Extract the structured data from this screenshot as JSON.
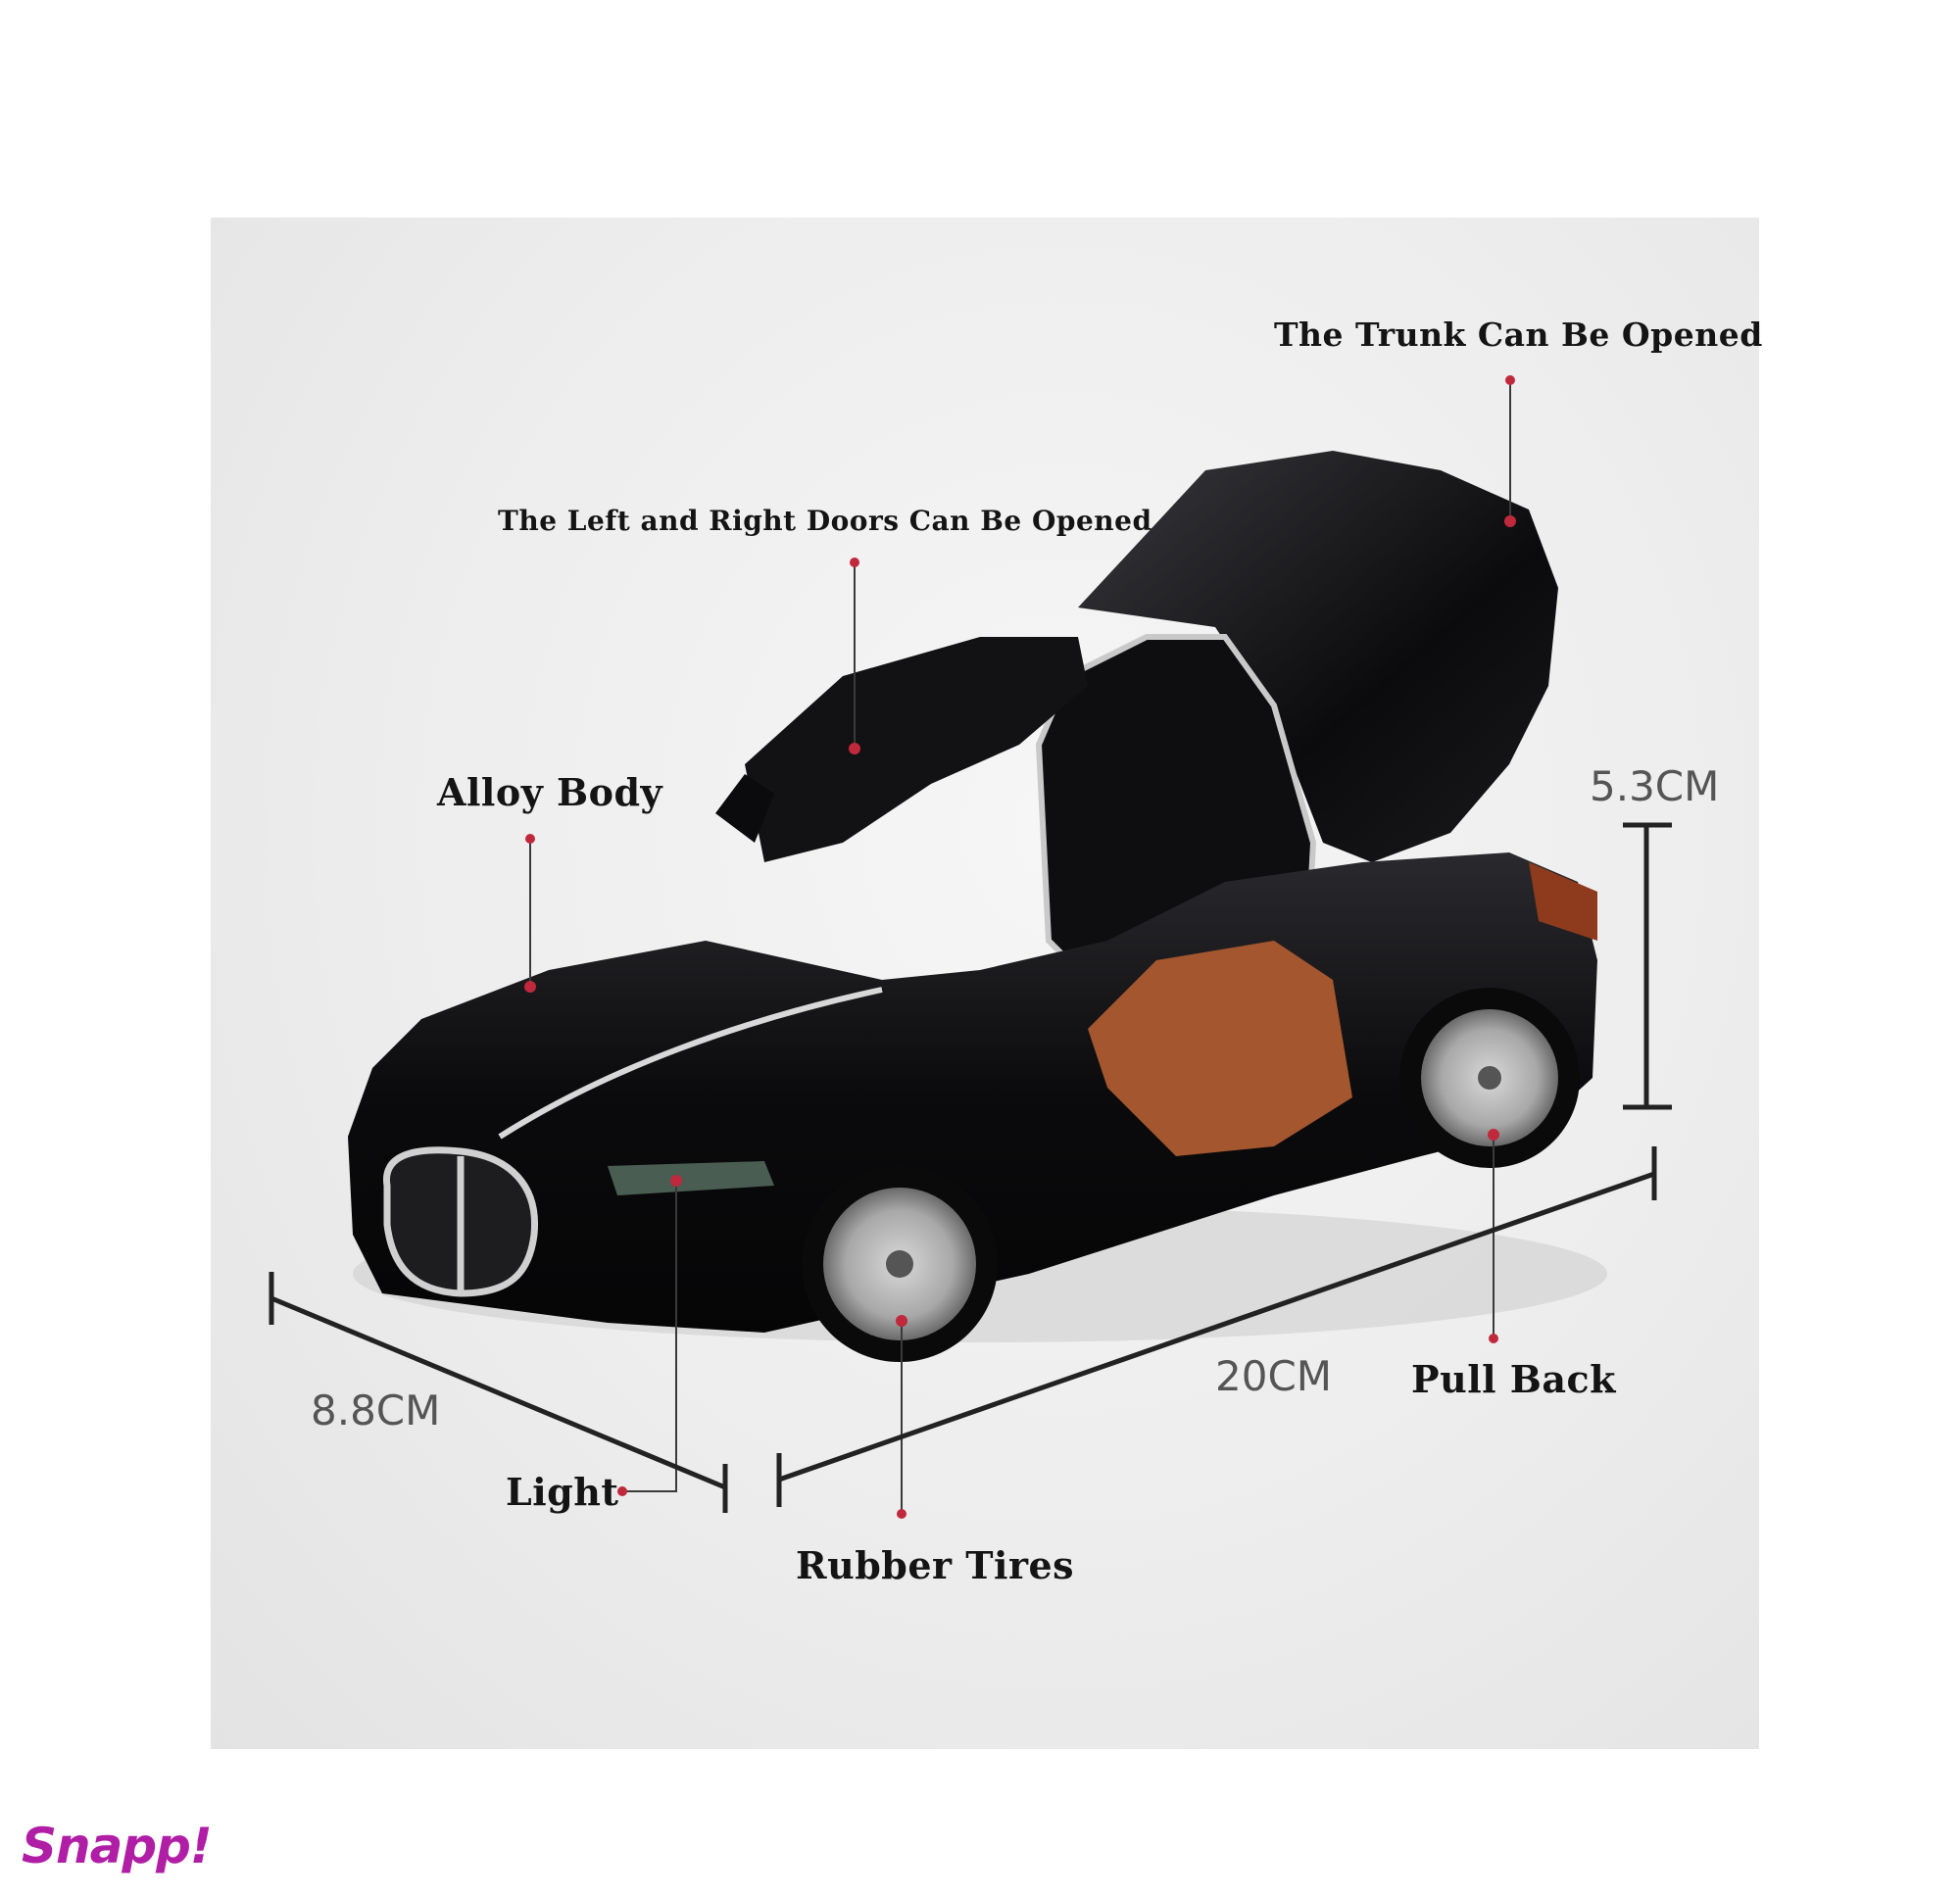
{
  "callouts": {
    "trunk": "The Trunk Can Be Opened",
    "doors": "The Left and Right Doors Can Be Opened",
    "body": "Alloy Body",
    "light": "Light",
    "tires": "Rubber Tires",
    "pullback": "Pull Back"
  },
  "dimensions": {
    "height": "5.3CM",
    "length": "20CM",
    "width": "8.8CM"
  },
  "brand": {
    "logo_text": "Snapp!",
    "color": "#b01ea6"
  },
  "colors": {
    "car_body": "#0b0b0d",
    "interior": "#a4562e",
    "callout_dot": "#c0283c",
    "dimension_line": "#222222"
  }
}
